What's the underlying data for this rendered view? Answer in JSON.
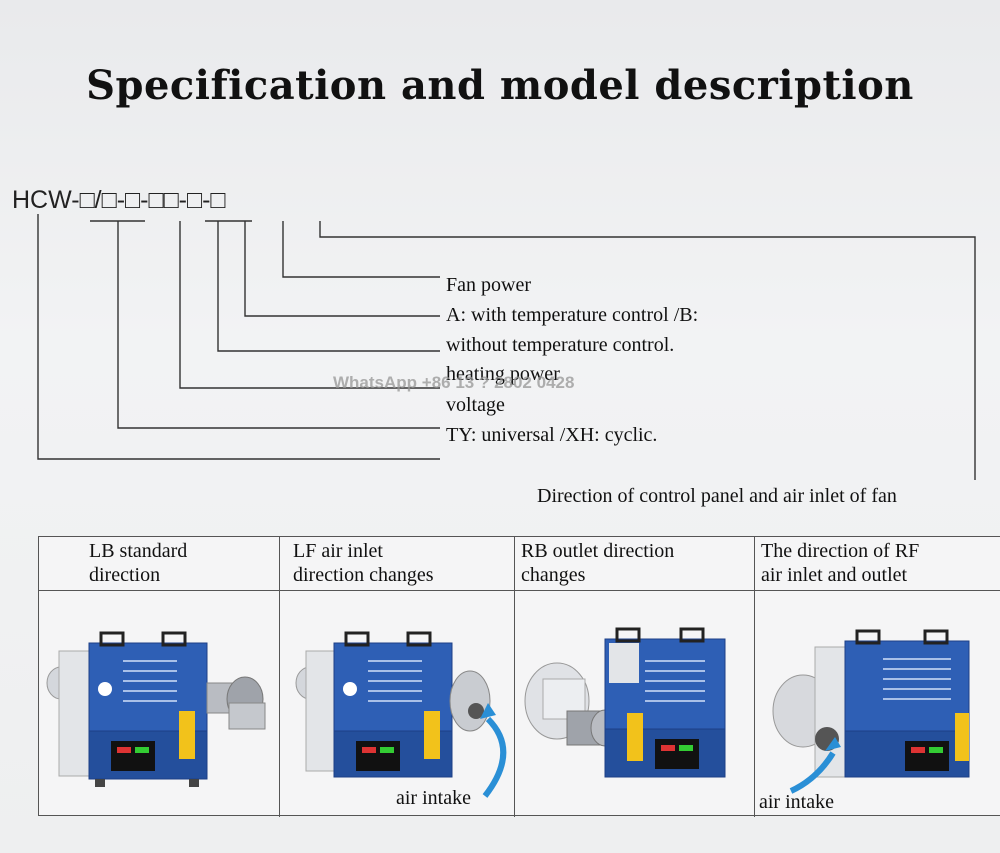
{
  "title": "Specification and model description",
  "model_code": "HCW-□/□-□-□□-□-□",
  "annotations": [
    "Fan power",
    "A: with temperature control /B:",
    "without temperature control.",
    "heating power",
    "voltage",
    "TY: universal /XH: cyclic."
  ],
  "panel_note": "Direction of control panel and air inlet of fan",
  "watermark": "WhatsApp +86 13 ? 2802 0428",
  "table": {
    "columns": [
      {
        "line1": "LB standard",
        "line2": "direction",
        "icon": "heater-machine-icon"
      },
      {
        "line1": "LF air inlet",
        "line2": "direction changes",
        "icon": "heater-machine-icon",
        "note": "air intake"
      },
      {
        "line1": "RB outlet direction",
        "line2": "changes",
        "icon": "heater-machine-icon"
      },
      {
        "line1": "The direction of RF",
        "line2": "air inlet and outlet",
        "icon": "heater-machine-icon",
        "note": "air intake"
      }
    ]
  },
  "colors": {
    "machine_blue": "#2e5fb5",
    "machine_dark": "#1d3f86",
    "arrow_blue": "#2a8fd6",
    "silver": "#c9ccd1"
  }
}
